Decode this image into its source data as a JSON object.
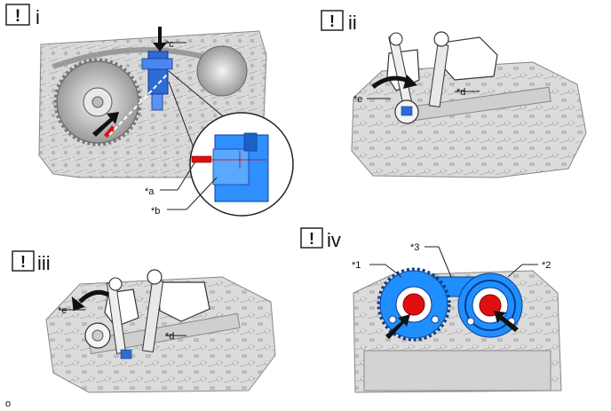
{
  "steps": [
    {
      "id": "i",
      "roman": "i"
    },
    {
      "id": "ii",
      "roman": "ii"
    },
    {
      "id": "iii",
      "roman": "iii"
    },
    {
      "id": "iv",
      "roman": "iv"
    }
  ],
  "caution_symbol": "!",
  "callouts": {
    "a": "*a",
    "b": "*b",
    "c": "*c",
    "d_ii": "*d",
    "e_ii": "*e",
    "d_iii": "*d",
    "e_iii": "*e",
    "n1": "*1",
    "n2": "*2",
    "n3": "*3"
  },
  "footer_code": "o",
  "colors": {
    "highlight_blue": "#1f8fff",
    "tool_blue": "#2f6bd6",
    "pin_red": "#e01010",
    "engine_gray": "#c9c9c9",
    "line_dark": "#222222"
  }
}
